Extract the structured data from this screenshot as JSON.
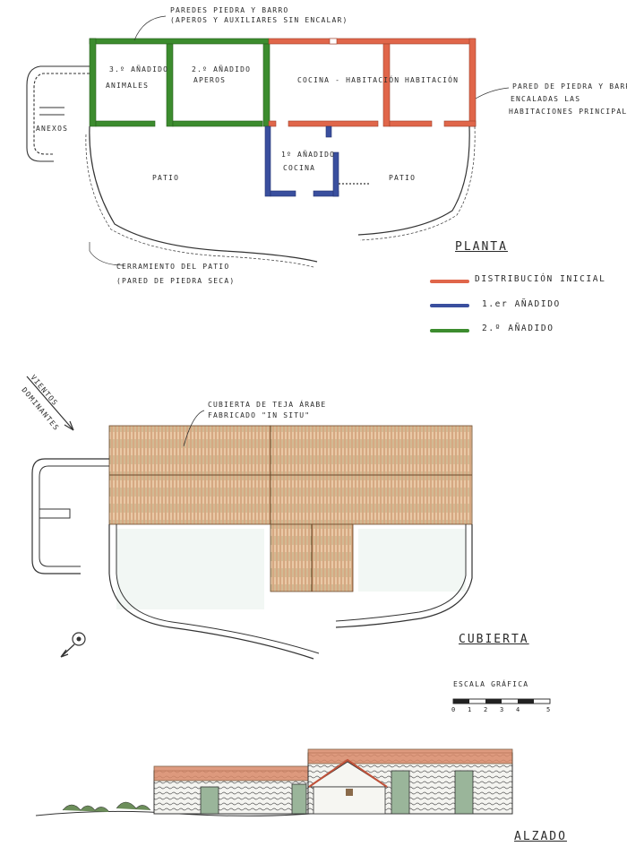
{
  "plan": {
    "note_top": [
      "PAREDES PIEDRA Y BARRO",
      "(APEROS Y AUXILIARES SIN ENCALAR)"
    ],
    "room_animals": [
      "3.º AÑADIDO",
      "ANIMALES"
    ],
    "room_aperos": [
      "2.º AÑADIDO",
      "APEROS"
    ],
    "room_cocina_hab": "COCINA - HABITACIÓN",
    "room_habitacion": "HABITACIÓN",
    "room_cocina": [
      "1º AÑADIDO",
      "COCINA"
    ],
    "anexos": "ANEXOS",
    "patio_left": "PATIO",
    "patio_right": "PATIO",
    "note_right": [
      "PARED DE PIEDRA Y BARRO",
      "ENCALADAS LAS",
      "HABITACIONES PRINCIPALES"
    ],
    "note_bottom": [
      "CERRAMIENTO DEL PATIO",
      "(PARED DE PIEDRA SECA)"
    ]
  },
  "legend": {
    "title": "PLANTA",
    "items": [
      {
        "label": "DISTRIBUCIÓN INICIAL",
        "color": "#e0664a"
      },
      {
        "label": "1.er AÑADIDO",
        "color": "#3a4f9e"
      },
      {
        "label": "2.º AÑADIDO",
        "color": "#3c8c2e"
      }
    ]
  },
  "roof": {
    "winds": [
      "VIENTOS",
      "DOMINANTES"
    ],
    "note": [
      "CUBIERTA DE TEJA ÁRABE",
      "FABRICADO \"IN SITU\""
    ],
    "title": "CUBIERTA",
    "scale_title": "ESCALA GRÁFICA",
    "scale_ticks": [
      "0",
      "1",
      "2",
      "3",
      "4",
      "5"
    ],
    "north_icon": "compass-north-icon"
  },
  "elevation": {
    "title": "ALZADO"
  },
  "colors": {
    "red": "#e0664a",
    "blue": "#3a4f9e",
    "green": "#3c8c2e",
    "tile": "#c98a55",
    "ink": "#2a2a2a"
  }
}
